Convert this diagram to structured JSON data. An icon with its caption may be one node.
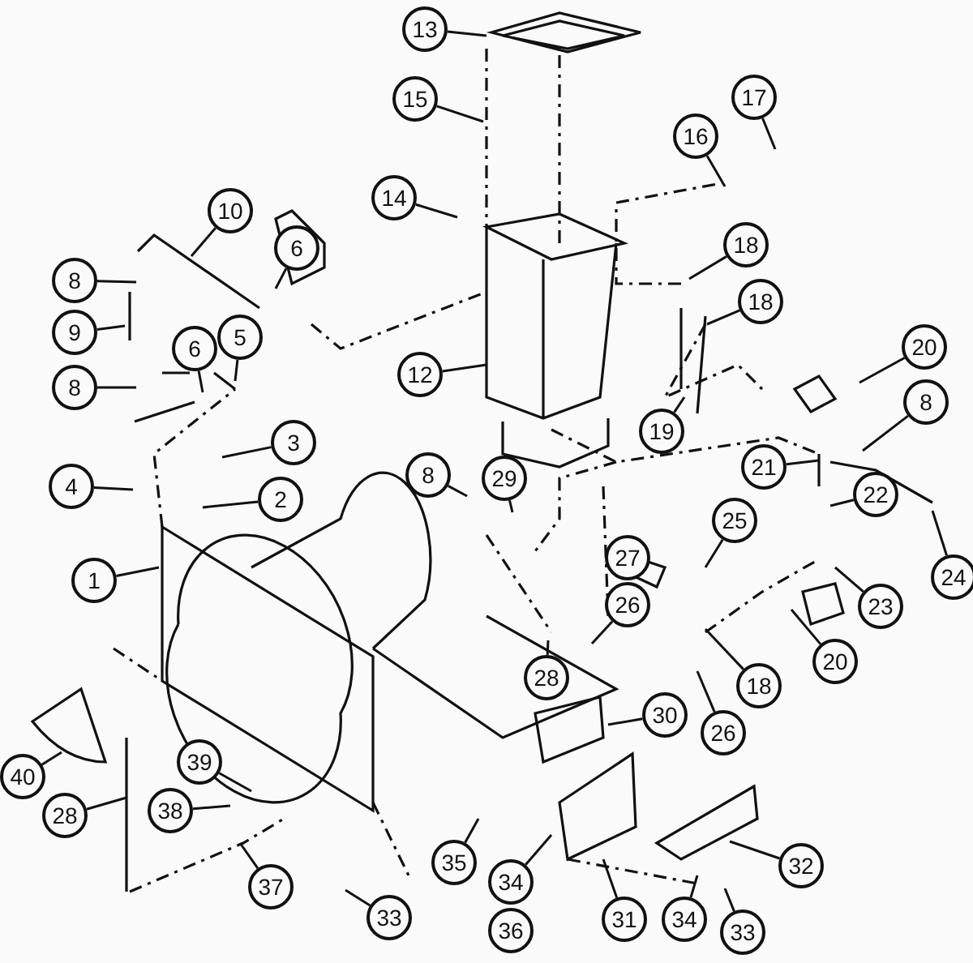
{
  "diagram": {
    "nodes": [
      {
        "text": [
          "13"
        ]
      },
      {
        "text": [
          "15"
        ]
      },
      {
        "text": [
          "17"
        ]
      },
      {
        "text": [
          "16"
        ]
      },
      {
        "text": [
          "14"
        ]
      },
      {
        "text": [
          "10"
        ]
      },
      {
        "text": [
          "6"
        ]
      },
      {
        "text": [
          "8"
        ]
      },
      {
        "text": [
          "9"
        ]
      },
      {
        "text": [
          "18"
        ]
      },
      {
        "text": [
          "12"
        ]
      },
      {
        "text": [
          "18"
        ]
      },
      {
        "text": [
          "6"
        ]
      },
      {
        "text": [
          "5"
        ]
      },
      {
        "text": [
          "8"
        ]
      },
      {
        "text": [
          "20"
        ]
      },
      {
        "text": [
          "3"
        ]
      },
      {
        "text": [
          "19"
        ]
      },
      {
        "text": [
          "8"
        ]
      },
      {
        "text": [
          "4"
        ]
      },
      {
        "text": [
          "2"
        ]
      },
      {
        "text": [
          "21"
        ]
      },
      {
        "text": [
          "8"
        ]
      },
      {
        "text": [
          "29"
        ]
      },
      {
        "text": [
          "22"
        ]
      },
      {
        "text": [
          "1"
        ]
      },
      {
        "text": [
          "25"
        ]
      },
      {
        "text": [
          "26"
        ]
      },
      {
        "text": [
          "24"
        ]
      },
      {
        "text": [
          "23"
        ]
      },
      {
        "text": [
          "20"
        ]
      },
      {
        "text": [
          "18"
        ]
      },
      {
        "text": [
          "28"
        ]
      },
      {
        "text": [
          "26"
        ]
      },
      {
        "text": [
          "30"
        ]
      },
      {
        "text": [
          "40"
        ]
      },
      {
        "text": [
          "39"
        ]
      },
      {
        "text": [
          "38"
        ]
      },
      {
        "text": [
          "28"
        ]
      },
      {
        "text": [
          "35"
        ]
      },
      {
        "text": [
          "34"
        ]
      },
      {
        "text": [
          "32"
        ]
      },
      {
        "text": [
          "31"
        ]
      },
      {
        "text": [
          "37"
        ]
      },
      {
        "text": [
          "33"
        ]
      },
      {
        "text": [
          "34"
        ]
      },
      {
        "text": [
          "33"
        ]
      },
      {
        "text": [
          "27"
        ]
      },
      {
        "text": [
          "36"
        ]
      }
    ],
    "edges": [
      {
        "from": 0,
        "to": null,
        "arrow": "none"
      },
      {
        "from": 1,
        "to": null,
        "arrow": "none"
      },
      {
        "from": 2,
        "to": null,
        "arrow": "none"
      },
      {
        "from": 3,
        "to": null,
        "arrow": "none"
      },
      {
        "from": 4,
        "to": null,
        "arrow": "none"
      },
      {
        "from": 5,
        "to": null,
        "arrow": "none"
      },
      {
        "from": 6,
        "to": null,
        "arrow": "none"
      },
      {
        "from": 7,
        "to": null,
        "arrow": "none"
      },
      {
        "from": 8,
        "to": null,
        "arrow": "none"
      },
      {
        "from": 9,
        "to": null,
        "arrow": "none"
      },
      {
        "from": 10,
        "to": null,
        "arrow": "none"
      },
      {
        "from": 11,
        "to": null,
        "arrow": "none"
      },
      {
        "from": 12,
        "to": null,
        "arrow": "none"
      },
      {
        "from": 13,
        "to": null,
        "arrow": "none"
      },
      {
        "from": 14,
        "to": null,
        "arrow": "none"
      },
      {
        "from": 15,
        "to": null,
        "arrow": "none"
      },
      {
        "from": 16,
        "to": null,
        "arrow": "none"
      },
      {
        "from": 17,
        "to": null,
        "arrow": "none"
      },
      {
        "from": 18,
        "to": null,
        "arrow": "none"
      },
      {
        "from": 19,
        "to": null,
        "arrow": "none"
      },
      {
        "from": 20,
        "to": null,
        "arrow": "none"
      },
      {
        "from": 21,
        "to": null,
        "arrow": "none"
      },
      {
        "from": 22,
        "to": null,
        "arrow": "none"
      },
      {
        "from": 23,
        "to": null,
        "arrow": "none"
      },
      {
        "from": 24,
        "to": null,
        "arrow": "none"
      },
      {
        "from": 25,
        "to": null,
        "arrow": "none"
      },
      {
        "from": 26,
        "to": null,
        "arrow": "none"
      },
      {
        "from": 27,
        "to": null,
        "arrow": "none"
      },
      {
        "from": 28,
        "to": null,
        "arrow": "none"
      },
      {
        "from": 29,
        "to": null,
        "arrow": "none"
      },
      {
        "from": 30,
        "to": null,
        "arrow": "none"
      },
      {
        "from": 31,
        "to": null,
        "arrow": "none"
      },
      {
        "from": 32,
        "to": null,
        "arrow": "none"
      },
      {
        "from": 33,
        "to": null,
        "arrow": "none"
      },
      {
        "from": 34,
        "to": null,
        "arrow": "none"
      },
      {
        "from": 35,
        "to": null,
        "arrow": "none"
      },
      {
        "from": 36,
        "to": null,
        "arrow": "none"
      },
      {
        "from": 37,
        "to": null,
        "arrow": "none"
      },
      {
        "from": 38,
        "to": null,
        "arrow": "none"
      },
      {
        "from": 39,
        "to": null,
        "arrow": "none"
      },
      {
        "from": 40,
        "to": null,
        "arrow": "none"
      },
      {
        "from": 41,
        "to": null,
        "arrow": "none"
      },
      {
        "from": 42,
        "to": null,
        "arrow": "none"
      },
      {
        "from": 43,
        "to": null,
        "arrow": "none"
      },
      {
        "from": 44,
        "to": null,
        "arrow": "none"
      },
      {
        "from": 45,
        "to": null,
        "arrow": "none"
      },
      {
        "from": 46,
        "to": null,
        "arrow": "none"
      }
    ]
  }
}
